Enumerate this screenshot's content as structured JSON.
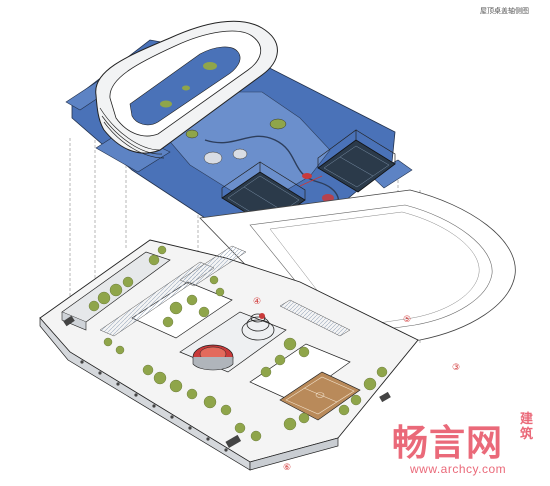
{
  "title": "屋顶桌盖轴侧图",
  "markers": [
    "④",
    "⑤",
    "③",
    "⑥"
  ],
  "watermark": {
    "brand": "畅言网",
    "side": "建筑",
    "url": "www.archcy.com"
  },
  "colors": {
    "roof_blue": "#4a72b8",
    "court_dark": "#2b3a4a",
    "tree_green": "#8fa54a",
    "red_accent": "#c93a3a",
    "track_tan": "#b98a5a",
    "watermark_red": "#e8596b"
  }
}
